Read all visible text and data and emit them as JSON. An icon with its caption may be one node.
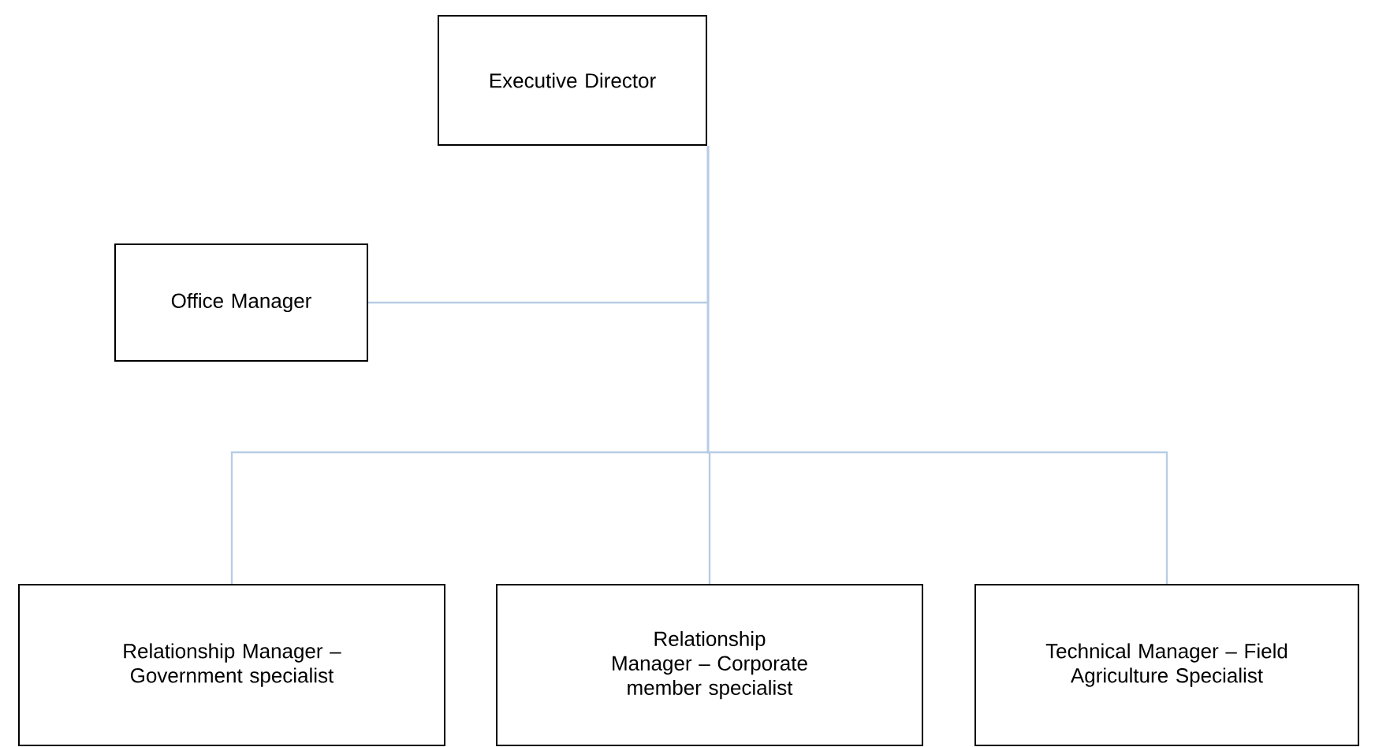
{
  "diagram": {
    "nodes": [
      {
        "text": [
          "Executive Director"
        ]
      },
      {
        "text": [
          "Office Manager"
        ]
      },
      {
        "text": [
          "Relationship Manager – Government specialist"
        ]
      },
      {
        "text": [
          "Relationship Manager – Corporate member specialist"
        ]
      },
      {
        "text": [
          "Technical Manager – Field Agriculture Specialist"
        ]
      }
    ],
    "edges": [
      {
        "from": 0,
        "to": 1,
        "arrow": "none"
      },
      {
        "from": 0,
        "to": 2,
        "arrow": "none"
      },
      {
        "from": 0,
        "to": 3,
        "arrow": "none"
      },
      {
        "from": 0,
        "to": 4,
        "arrow": "none"
      }
    ]
  }
}
